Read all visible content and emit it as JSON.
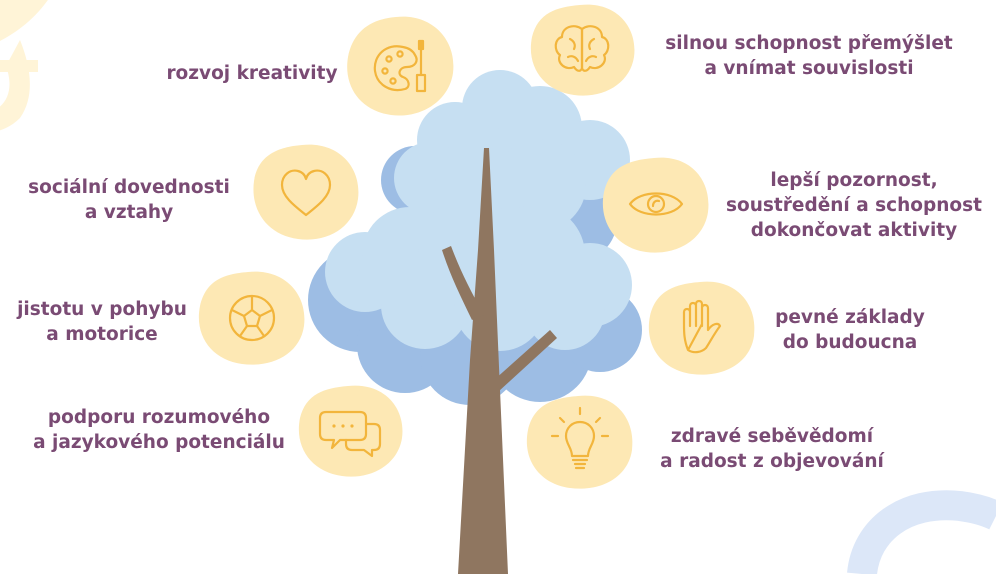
{
  "colors": {
    "text": "#7a4b74",
    "badge": "#fde8b4",
    "icon": "#f2b53c",
    "cloud_light": "#c6dff2",
    "cloud_dark": "#9dbde4",
    "trunk": "#8f7660",
    "deco_yellow": "#fff4d7",
    "deco_blue": "#dce7f8"
  },
  "benefits": [
    {
      "id": "creativity",
      "icon": "palette-icon",
      "lines": [
        "rozvoj kreativity"
      ]
    },
    {
      "id": "thinking",
      "icon": "brain-icon",
      "lines": [
        "silnou schopnost přemýšlet",
        "a vnímat souvislosti"
      ]
    },
    {
      "id": "social",
      "icon": "heart-icon",
      "lines": [
        "sociální dovednosti",
        "a vztahy"
      ]
    },
    {
      "id": "attention",
      "icon": "eye-icon",
      "lines": [
        "lepší pozornost,",
        "soustředění a schopnost",
        "dokončovat aktivity"
      ]
    },
    {
      "id": "motor",
      "icon": "ball-icon",
      "lines": [
        "jistotu v pohybu",
        "a motorice"
      ]
    },
    {
      "id": "future",
      "icon": "hand-icon",
      "lines": [
        "pevné základy",
        "do budoucna"
      ]
    },
    {
      "id": "language",
      "icon": "speech-bubbles-icon",
      "lines": [
        "podporu rozumového",
        "a jazykového potenciálu"
      ]
    },
    {
      "id": "confidence",
      "icon": "lightbulb-icon",
      "lines": [
        "zdravé seběvědomí",
        "a radost z objevování"
      ]
    }
  ]
}
